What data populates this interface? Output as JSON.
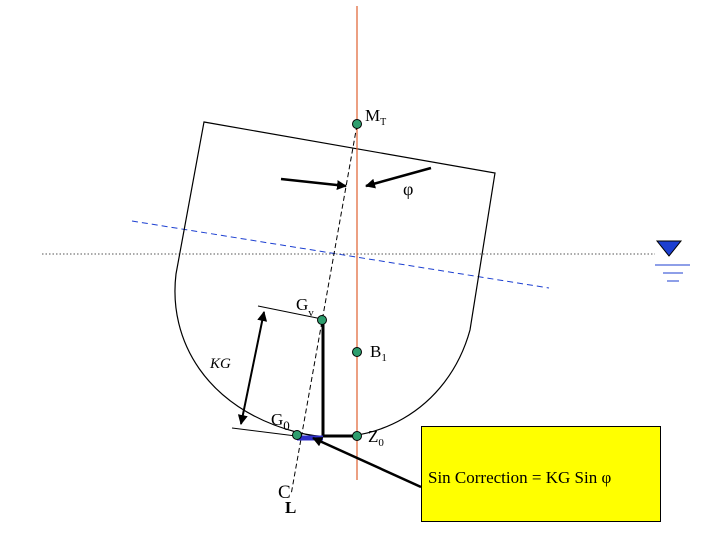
{
  "labels": {
    "metacentre_main": "M",
    "metacentre_sub": "T",
    "heel_angle": "φ",
    "virtual_g_main": "G",
    "virtual_g_sub": "v",
    "buoyancy_main": "B",
    "buoyancy_sub": "1",
    "kg": "KG",
    "initial_g_main": "G",
    "initial_g_sub": "0",
    "z_main": "Z",
    "z_sub": "0",
    "centerline_main": "C",
    "centerline_sub": "L"
  },
  "callout": {
    "text": "Sin Correction  = KG Sin φ"
  },
  "colors": {
    "vertical_line": "#e06030",
    "point_fill": "#2e9e6e",
    "offset_bar": "#3030c8",
    "callout_bg": "#ffff00",
    "waterline_marker": "#1c3fd1"
  }
}
